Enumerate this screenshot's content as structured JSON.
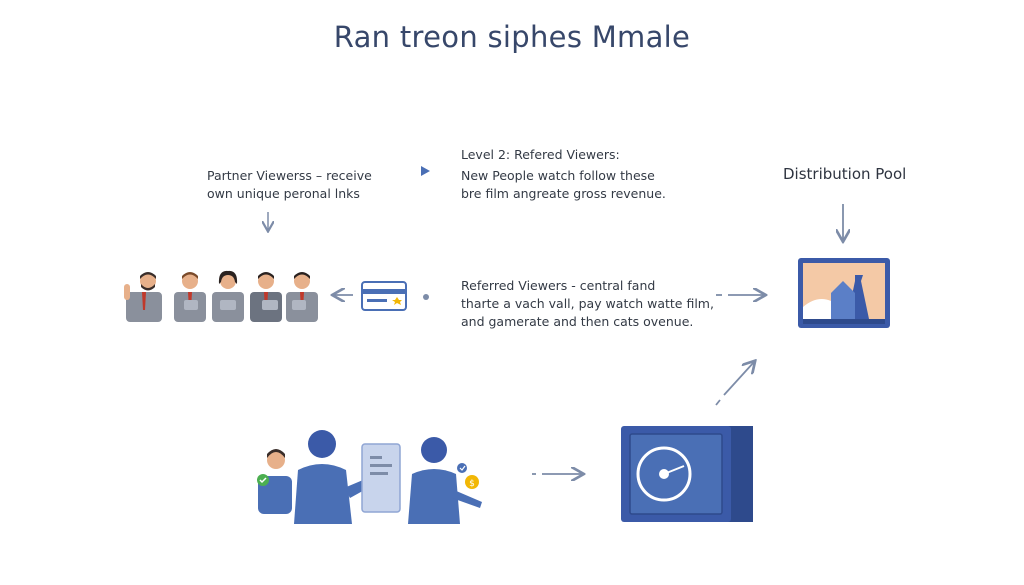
{
  "title": "Ran treon siphes Mmale",
  "partner": {
    "line1": "Partner Viewerss – receive",
    "line2": "own unique peronal lnks"
  },
  "level2": {
    "heading": "Level 2: Refered Viewers:",
    "line1": "New People watch follow these",
    "line2": "bre film angreate gross revenue."
  },
  "referred": {
    "line1": "Referred Viewers - central fand",
    "line2": "tharte a vach vall, pay watch watte film,",
    "line2_label": "tharte a vach vall, pay watch watte film,",
    "line3": "and gamerate and then cats ovenue."
  },
  "distribution": {
    "label": "Distribution Pool"
  },
  "colors": {
    "primary": "#4a6fb5",
    "dark_blue": "#3b5aa8",
    "title": "#37476a",
    "arrow": "#7d8ca8",
    "accent_green": "#4caf50",
    "accent_yellow": "#f2b705",
    "skin": "#e7b08a",
    "suit": "#8a909c",
    "tie": "#c0392b"
  },
  "icons": {
    "partner_group": "people-group-icon",
    "card": "payment-card-icon",
    "screen": "monitor-film-icon",
    "vault": "safe-vault-icon",
    "collaboration": "people-document-icon"
  }
}
